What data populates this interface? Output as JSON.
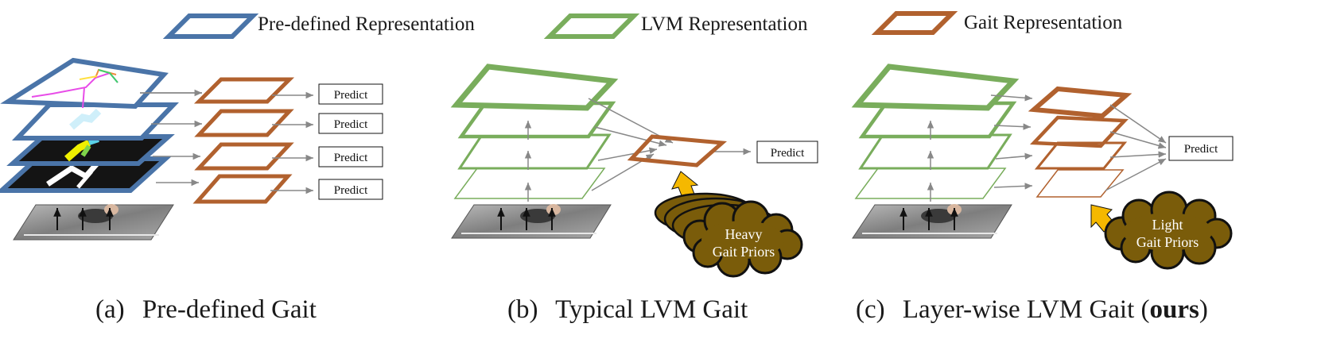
{
  "colors": {
    "predefined": "#4a74a8",
    "lvm": "#79ad5c",
    "gait": "#b1612e",
    "prior_arrow": "#f5b800",
    "prior_cloud": "#7a5c0a",
    "connector": "#888888"
  },
  "legend": [
    {
      "label": "Pre-defined Representation",
      "color_key": "predefined"
    },
    {
      "label": "LVM Representation",
      "color_key": "lvm"
    },
    {
      "label": "Gait Representation",
      "color_key": "gait"
    }
  ],
  "panels": {
    "a": {
      "caption_prefix": "(a)",
      "caption": "Pre-defined Gait",
      "predict_labels": [
        "Predict",
        "Predict",
        "Predict",
        "Predict"
      ]
    },
    "b": {
      "caption_prefix": "(b)",
      "caption": "Typical LVM Gait",
      "predict_label": "Predict",
      "prior_line1": "Heavy",
      "prior_line2": "Gait Priors"
    },
    "c": {
      "caption_prefix": "(c)",
      "caption_main": "Layer-wise LVM Gait (",
      "caption_bold": "ours",
      "caption_end": ")",
      "predict_label": "Predict",
      "prior_line1": "Light",
      "prior_line2": "Gait Priors"
    }
  }
}
